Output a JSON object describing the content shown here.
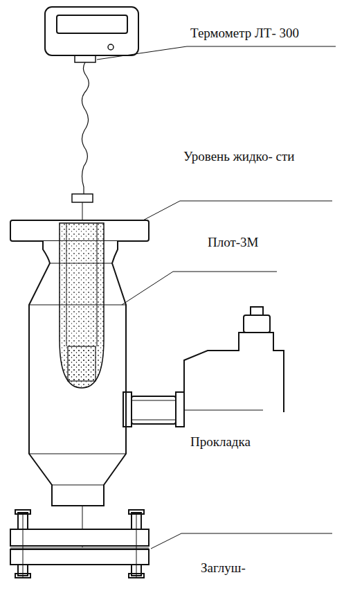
{
  "diagram": {
    "labels": [
      "Термометр ЛТ- 300",
      "Уровень жидко- сти",
      "Плот-3М",
      "Прокладка",
      "Заглуш-"
    ]
  }
}
